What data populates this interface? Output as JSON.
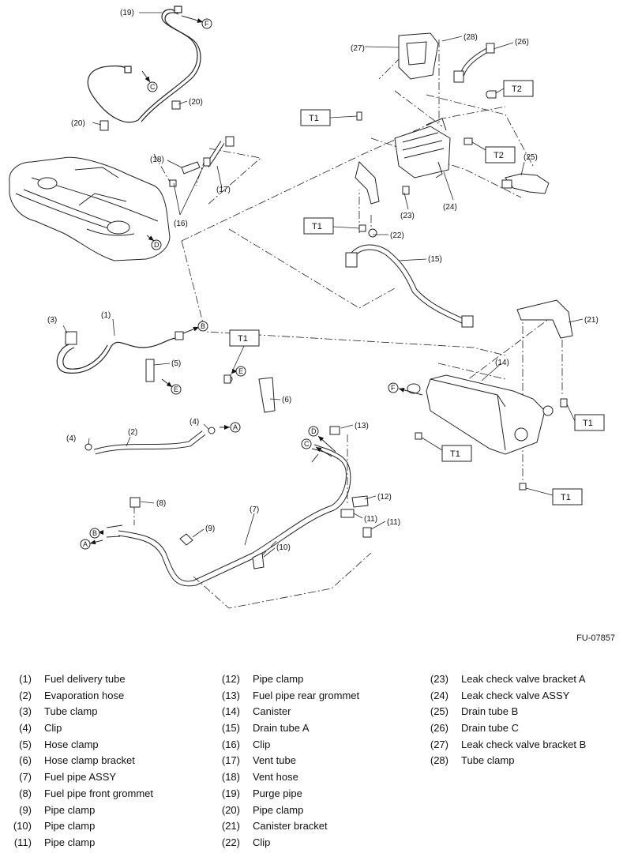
{
  "figure_id": "FU-07857",
  "callouts": [
    "(1)",
    "(2)",
    "(3)",
    "(4)",
    "(5)",
    "(6)",
    "(7)",
    "(8)",
    "(9)",
    "(10)",
    "(11)",
    "(12)",
    "(13)",
    "(14)",
    "(15)",
    "(16)",
    "(17)",
    "(18)",
    "(19)",
    "(20)",
    "(21)",
    "(22)",
    "(23)",
    "(24)",
    "(25)",
    "(26)",
    "(27)",
    "(28)"
  ],
  "connector_letters": [
    "A",
    "B",
    "C",
    "D",
    "E",
    "F"
  ],
  "torque_tags": [
    "T1",
    "T2"
  ],
  "legend": {
    "col1": [
      {
        "num": "(1)",
        "name": "Fuel delivery tube"
      },
      {
        "num": "(2)",
        "name": "Evaporation hose"
      },
      {
        "num": "(3)",
        "name": "Tube clamp"
      },
      {
        "num": "(4)",
        "name": "Clip"
      },
      {
        "num": "(5)",
        "name": "Hose clamp"
      },
      {
        "num": "(6)",
        "name": "Hose clamp bracket"
      },
      {
        "num": "(7)",
        "name": "Fuel pipe ASSY"
      },
      {
        "num": "(8)",
        "name": "Fuel pipe front grommet"
      },
      {
        "num": "(9)",
        "name": "Pipe clamp"
      },
      {
        "num": "(10)",
        "name": "Pipe clamp"
      },
      {
        "num": "(11)",
        "name": "Pipe clamp"
      }
    ],
    "col2": [
      {
        "num": "(12)",
        "name": "Pipe clamp"
      },
      {
        "num": "(13)",
        "name": "Fuel pipe rear grommet"
      },
      {
        "num": "(14)",
        "name": "Canister"
      },
      {
        "num": "(15)",
        "name": "Drain tube A"
      },
      {
        "num": "(16)",
        "name": "Clip"
      },
      {
        "num": "(17)",
        "name": "Vent tube"
      },
      {
        "num": "(18)",
        "name": "Vent hose"
      },
      {
        "num": "(19)",
        "name": "Purge pipe"
      },
      {
        "num": "(20)",
        "name": "Pipe clamp"
      },
      {
        "num": "(21)",
        "name": "Canister bracket"
      },
      {
        "num": "(22)",
        "name": "Clip"
      }
    ],
    "col3": [
      {
        "num": "(23)",
        "name": "Leak check valve bracket A"
      },
      {
        "num": "(24)",
        "name": "Leak check valve ASSY"
      },
      {
        "num": "(25)",
        "name": "Drain tube B"
      },
      {
        "num": "(26)",
        "name": "Drain tube C"
      },
      {
        "num": "(27)",
        "name": "Leak check valve bracket B"
      },
      {
        "num": "(28)",
        "name": "Tube clamp"
      }
    ]
  }
}
